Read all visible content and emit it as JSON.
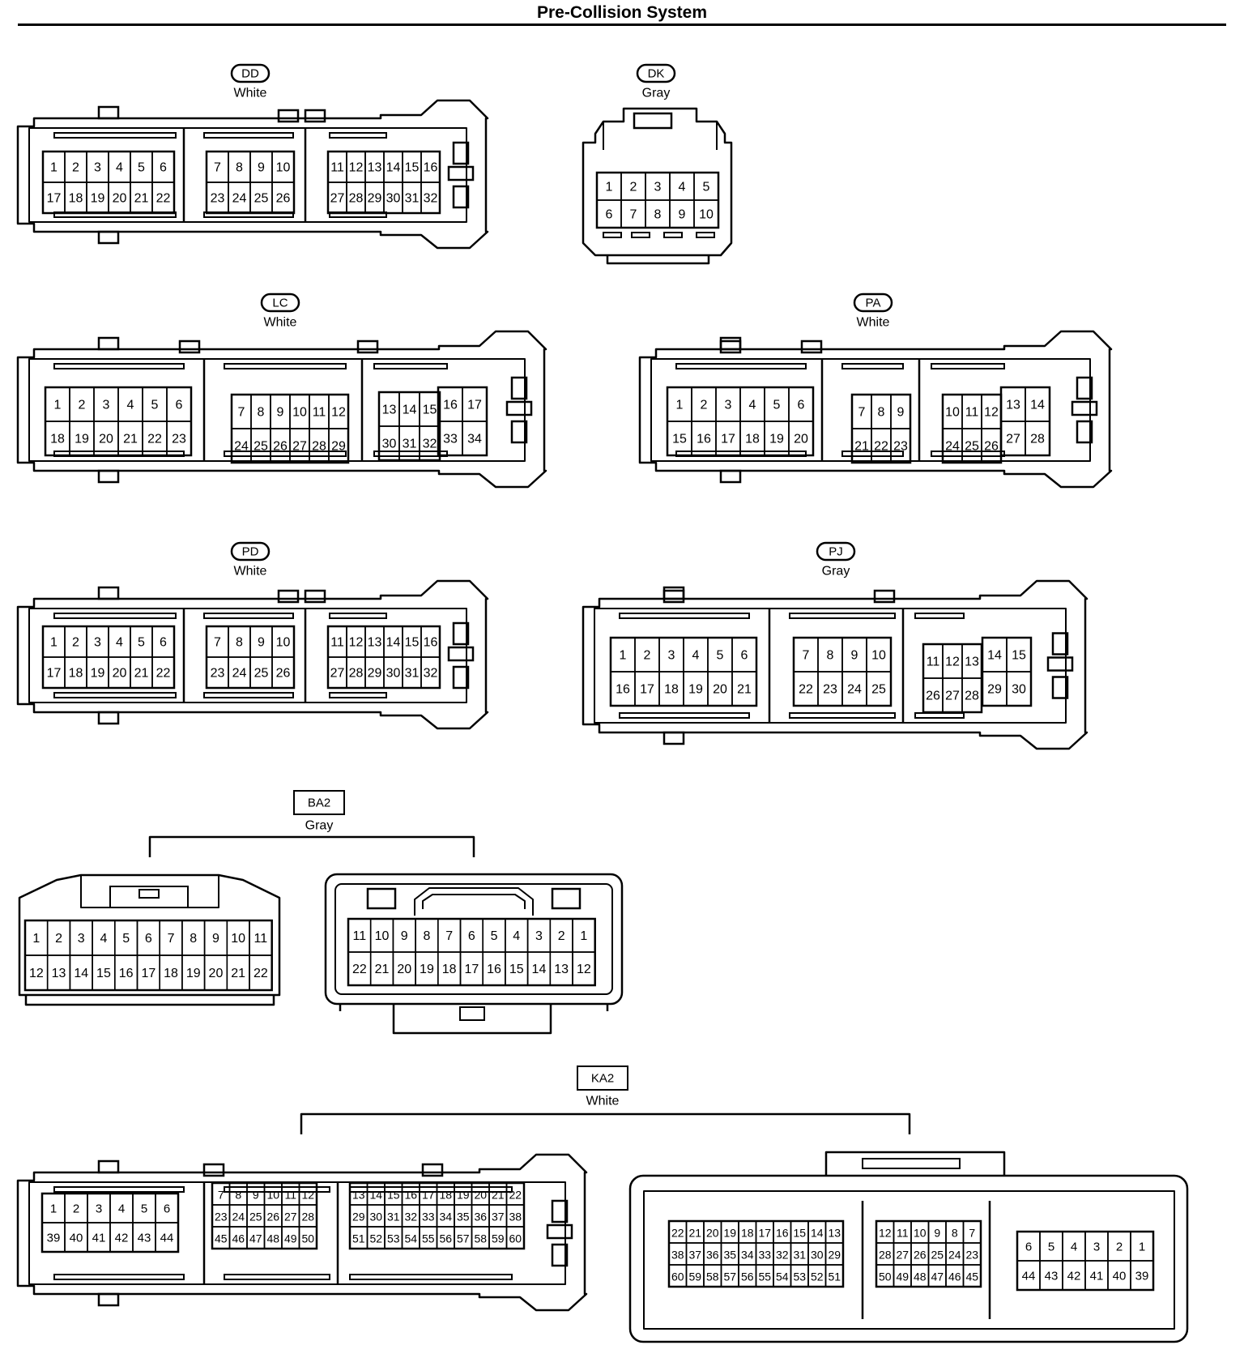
{
  "title": "Pre-Collision System",
  "connectors": [
    {
      "id": "DD",
      "color": "White",
      "badge": "pill"
    },
    {
      "id": "DK",
      "color": "Gray",
      "badge": "pill"
    },
    {
      "id": "LC",
      "color": "White",
      "badge": "pill"
    },
    {
      "id": "PA",
      "color": "White",
      "badge": "pill"
    },
    {
      "id": "PD",
      "color": "White",
      "badge": "pill"
    },
    {
      "id": "PJ",
      "color": "Gray",
      "badge": "pill"
    },
    {
      "id": "BA2",
      "color": "Gray",
      "badge": "box"
    },
    {
      "id": "KA2",
      "color": "White",
      "badge": "box"
    }
  ],
  "pins": {
    "DD": {
      "top": [
        [
          "1",
          "2",
          "3",
          "4",
          "5",
          "6"
        ],
        [
          "7",
          "8",
          "9",
          "10"
        ],
        [
          "11",
          "12",
          "13",
          "14",
          "15",
          "16"
        ]
      ],
      "bottom": [
        [
          "17",
          "18",
          "19",
          "20",
          "21",
          "22"
        ],
        [
          "23",
          "24",
          "25",
          "26"
        ],
        [
          "27",
          "28",
          "29",
          "30",
          "31",
          "32"
        ]
      ]
    },
    "DK": {
      "top": [
        [
          "1",
          "2",
          "3",
          "4",
          "5"
        ]
      ],
      "bottom": [
        [
          "6",
          "7",
          "8",
          "9",
          "10"
        ]
      ]
    },
    "LC": {
      "top": [
        [
          "1",
          "2",
          "3",
          "4",
          "5",
          "6"
        ],
        [
          "7",
          "8",
          "9",
          "10",
          "11",
          "12"
        ],
        [
          "13",
          "14",
          "15",
          "16",
          "17"
        ]
      ],
      "bottom": [
        [
          "18",
          "19",
          "20",
          "21",
          "22",
          "23"
        ],
        [
          "24",
          "25",
          "26",
          "27",
          "28",
          "29"
        ],
        [
          "30",
          "31",
          "32",
          "33",
          "34"
        ]
      ]
    },
    "PA": {
      "top": [
        [
          "1",
          "2",
          "3",
          "4",
          "5",
          "6"
        ],
        [
          "7",
          "8",
          "9"
        ],
        [
          "10",
          "11",
          "12",
          "13",
          "14"
        ]
      ],
      "bottom": [
        [
          "15",
          "16",
          "17",
          "18",
          "19",
          "20"
        ],
        [
          "21",
          "22",
          "23"
        ],
        [
          "24",
          "25",
          "26",
          "27",
          "28"
        ]
      ]
    },
    "PD": {
      "top": [
        [
          "1",
          "2",
          "3",
          "4",
          "5",
          "6"
        ],
        [
          "7",
          "8",
          "9",
          "10"
        ],
        [
          "11",
          "12",
          "13",
          "14",
          "15",
          "16"
        ]
      ],
      "bottom": [
        [
          "17",
          "18",
          "19",
          "20",
          "21",
          "22"
        ],
        [
          "23",
          "24",
          "25",
          "26"
        ],
        [
          "27",
          "28",
          "29",
          "30",
          "31",
          "32"
        ]
      ]
    },
    "PJ": {
      "top": [
        [
          "1",
          "2",
          "3",
          "4",
          "5",
          "6"
        ],
        [
          "7",
          "8",
          "9",
          "10"
        ],
        [
          "11",
          "12",
          "13",
          "14",
          "15"
        ]
      ],
      "bottom": [
        [
          "16",
          "17",
          "18",
          "19",
          "20",
          "21"
        ],
        [
          "22",
          "23",
          "24",
          "25"
        ],
        [
          "26",
          "27",
          "28",
          "29",
          "30"
        ]
      ]
    },
    "BA2_left": {
      "top": [
        [
          "1",
          "2",
          "3",
          "4",
          "5",
          "6",
          "7",
          "8",
          "9",
          "10",
          "11"
        ]
      ],
      "bottom": [
        [
          "12",
          "13",
          "14",
          "15",
          "16",
          "17",
          "18",
          "19",
          "20",
          "21",
          "22"
        ]
      ]
    },
    "BA2_right": {
      "top": [
        [
          "11",
          "10",
          "9",
          "8",
          "7",
          "6",
          "5",
          "4",
          "3",
          "2",
          "1"
        ]
      ],
      "bottom": [
        [
          "22",
          "21",
          "20",
          "19",
          "18",
          "17",
          "16",
          "15",
          "14",
          "13",
          "12"
        ]
      ]
    },
    "KA2_left": {
      "rows": [
        [
          [
            "1",
            "2",
            "3",
            "4",
            "5",
            "6"
          ],
          [
            "7",
            "8",
            "9",
            "10",
            "11",
            "12"
          ],
          [
            "13",
            "14",
            "15",
            "16",
            "17",
            "18",
            "19",
            "20",
            "21",
            "22"
          ]
        ],
        [
          [
            "39",
            "40",
            "41",
            "42",
            "43",
            "44"
          ],
          [
            "23",
            "24",
            "25",
            "26",
            "27",
            "28"
          ],
          [
            "29",
            "30",
            "31",
            "32",
            "33",
            "34",
            "35",
            "36",
            "37",
            "38"
          ]
        ],
        [
          [],
          [
            "45",
            "46",
            "47",
            "48",
            "49",
            "50"
          ],
          [
            "51",
            "52",
            "53",
            "54",
            "55",
            "56",
            "57",
            "58",
            "59",
            "60"
          ]
        ]
      ]
    },
    "KA2_right": {
      "rows": [
        [
          [
            "22",
            "21",
            "20",
            "19",
            "18",
            "17",
            "16",
            "15",
            "14",
            "13"
          ],
          [
            "12",
            "11",
            "10",
            "9",
            "8",
            "7"
          ],
          [
            "6",
            "5",
            "4",
            "3",
            "2",
            "1"
          ]
        ],
        [
          [
            "38",
            "37",
            "36",
            "35",
            "34",
            "33",
            "32",
            "31",
            "30",
            "29"
          ],
          [
            "28",
            "27",
            "26",
            "25",
            "24",
            "23"
          ],
          [
            "44",
            "43",
            "42",
            "41",
            "40",
            "39"
          ]
        ],
        [
          [
            "60",
            "59",
            "58",
            "57",
            "56",
            "55",
            "54",
            "53",
            "52",
            "51"
          ],
          [
            "50",
            "49",
            "48",
            "47",
            "46",
            "45"
          ],
          []
        ]
      ]
    }
  }
}
